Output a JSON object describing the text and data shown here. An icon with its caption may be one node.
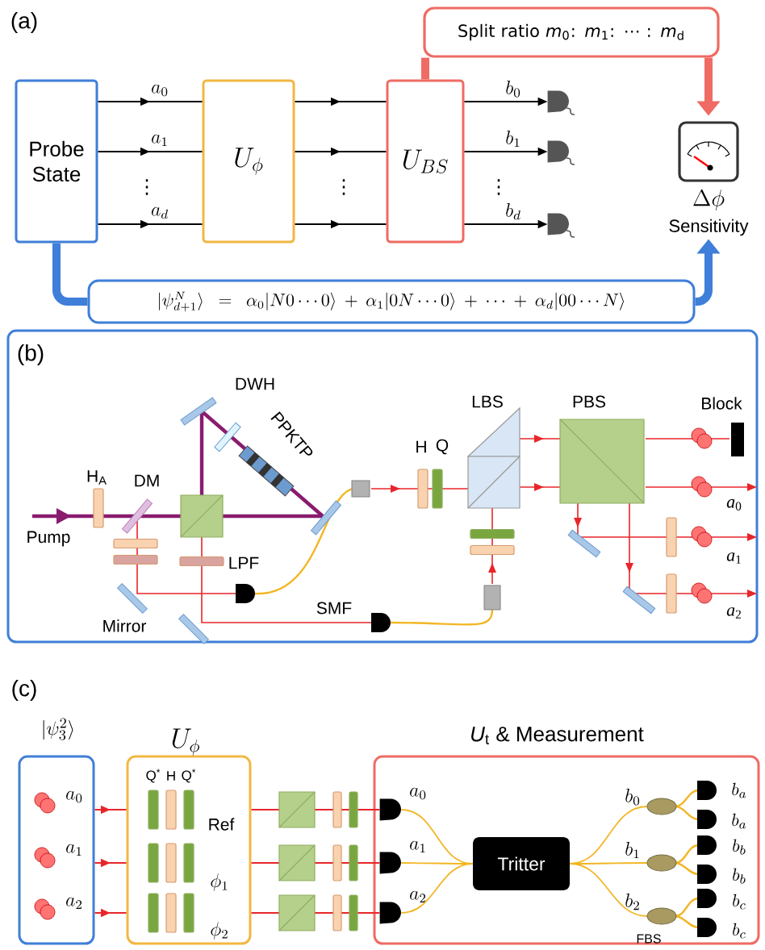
{
  "diagram": {
    "nodes": [
      {
        "text": [
          "Split ratio *m*$_{0}$: *m*$_{1}$: ⋯ : *m*$_{d}$"
        ]
      },
      {
        "text": [
          "Probe State"
        ]
      },
      {
        "text": [
          "U_\\phi"
        ]
      },
      {
        "text": [
          "U_{BS}"
        ]
      },
      {
        "text": [],
        "shape": "detector"
      },
      {
        "text": [],
        "shape": "detector"
      },
      {
        "text": [],
        "shape": "detector"
      },
      {
        "text": [
          "\\Delta\\phi",
          "Sensitivity"
        ]
      },
      {
        "text": [
          "|\\psi_{d+1}^{N}\\rangle = \\alpha_0|N0\\cdots 0\\rangle + \\alpha_1|0N\\cdots 0\\rangle + \\cdots + \\alpha_d|00\\cdots N\\rangle"
        ]
      },
      {
        "text": [
          "(b)"
        ]
      },
      {
        "text": [
          "|\\psi_3^2\\rangle",
          "a_0",
          "a_1",
          "a_2"
        ]
      },
      {
        "text": [
          "U_\\phi",
          "Q$^{*}$",
          "H",
          "Q$^{*}$",
          "Ref",
          "\\phi_1",
          "\\phi_2"
        ]
      },
      {
        "text": [
          "*U*$_{t}$ & Measurement",
          "a_0",
          "a_1",
          "a_2",
          "b_0",
          "b_1",
          "b_2",
          "b_a",
          "b_a",
          "b_b",
          "b_b",
          "b_c",
          "b_c",
          "FBS"
        ]
      },
      {
        "text": [
          "Tritter"
        ],
        "in": 12
      },
      {
        "text": [],
        "shape": "detector",
        "in": 12
      },
      {
        "text": [],
        "shape": "detector",
        "in": 12
      },
      {
        "text": [],
        "shape": "detector",
        "in": 12
      }
    ],
    "edges": [
      {
        "from": 1,
        "to": 2,
        "arrow": "to",
        "label": "a_0"
      },
      {
        "from": 1,
        "to": 2,
        "arrow": "to",
        "label": "a_1"
      },
      {
        "from": 1,
        "to": 2,
        "arrow": "to",
        "label": "a_d"
      },
      {
        "from": 2,
        "to": 3,
        "arrow": "to"
      },
      {
        "from": 2,
        "to": 3,
        "arrow": "to"
      },
      {
        "from": 2,
        "to": 3,
        "arrow": "to"
      },
      {
        "from": 3,
        "to": 4,
        "arrow": "to",
        "label": "b_0"
      },
      {
        "from": 3,
        "to": 5,
        "arrow": "to",
        "label": "b_1"
      },
      {
        "from": 3,
        "to": 6,
        "arrow": "to",
        "label": "b_d"
      },
      {
        "from": 3,
        "to": 0,
        "arrow": "none",
        "style": "thick",
        "color": "#ef6b63"
      },
      {
        "from": 0,
        "to": 7,
        "arrow": "to",
        "style": "thick",
        "color": "#ef6b63"
      },
      {
        "from": 1,
        "to": 8,
        "arrow": "none",
        "style": "thick",
        "color": "#3f7fd9"
      },
      {
        "from": 8,
        "to": 7,
        "arrow": "to",
        "style": "thick",
        "color": "#3f7fd9"
      },
      {
        "from": 10,
        "to": 11,
        "arrow": "to",
        "color": "#e8262a"
      },
      {
        "from": 10,
        "to": 11,
        "arrow": "to",
        "color": "#e8262a"
      },
      {
        "from": 10,
        "to": 11,
        "arrow": "to",
        "color": "#e8262a"
      },
      {
        "from": 11,
        "to": 14,
        "arrow": "none",
        "color": "#e8262a"
      },
      {
        "from": 11,
        "to": 15,
        "arrow": "none",
        "color": "#e8262a"
      },
      {
        "from": 11,
        "to": 16,
        "arrow": "none",
        "color": "#e8262a"
      },
      {
        "from": 14,
        "to": 13,
        "arrow": "none",
        "color": "#f2b624"
      },
      {
        "from": 15,
        "to": 13,
        "arrow": "none",
        "color": "#f2b624"
      },
      {
        "from": 16,
        "to": 13,
        "arrow": "none",
        "color": "#f2b624"
      },
      {
        "from": 13,
        "to": null,
        "arrow": "none",
        "color": "#f2b624"
      },
      {
        "from": 13,
        "to": null,
        "arrow": "none",
        "color": "#f2b624"
      },
      {
        "from": 13,
        "to": null,
        "arrow": "none",
        "color": "#f2b624"
      }
    ],
    "labels": [
      "(a)",
      "⋮",
      "⋮",
      "⋮",
      "DWH",
      "PPKTP",
      "H$_{A}$",
      "DM",
      "Pump",
      "LPF",
      "Mirror",
      "SMF",
      "H",
      "Q",
      "LBS",
      "PBS",
      "Block",
      "*a*$_{0}$",
      "*a*$_{1}$",
      "*a*$_{2}$",
      "(c)"
    ]
  }
}
